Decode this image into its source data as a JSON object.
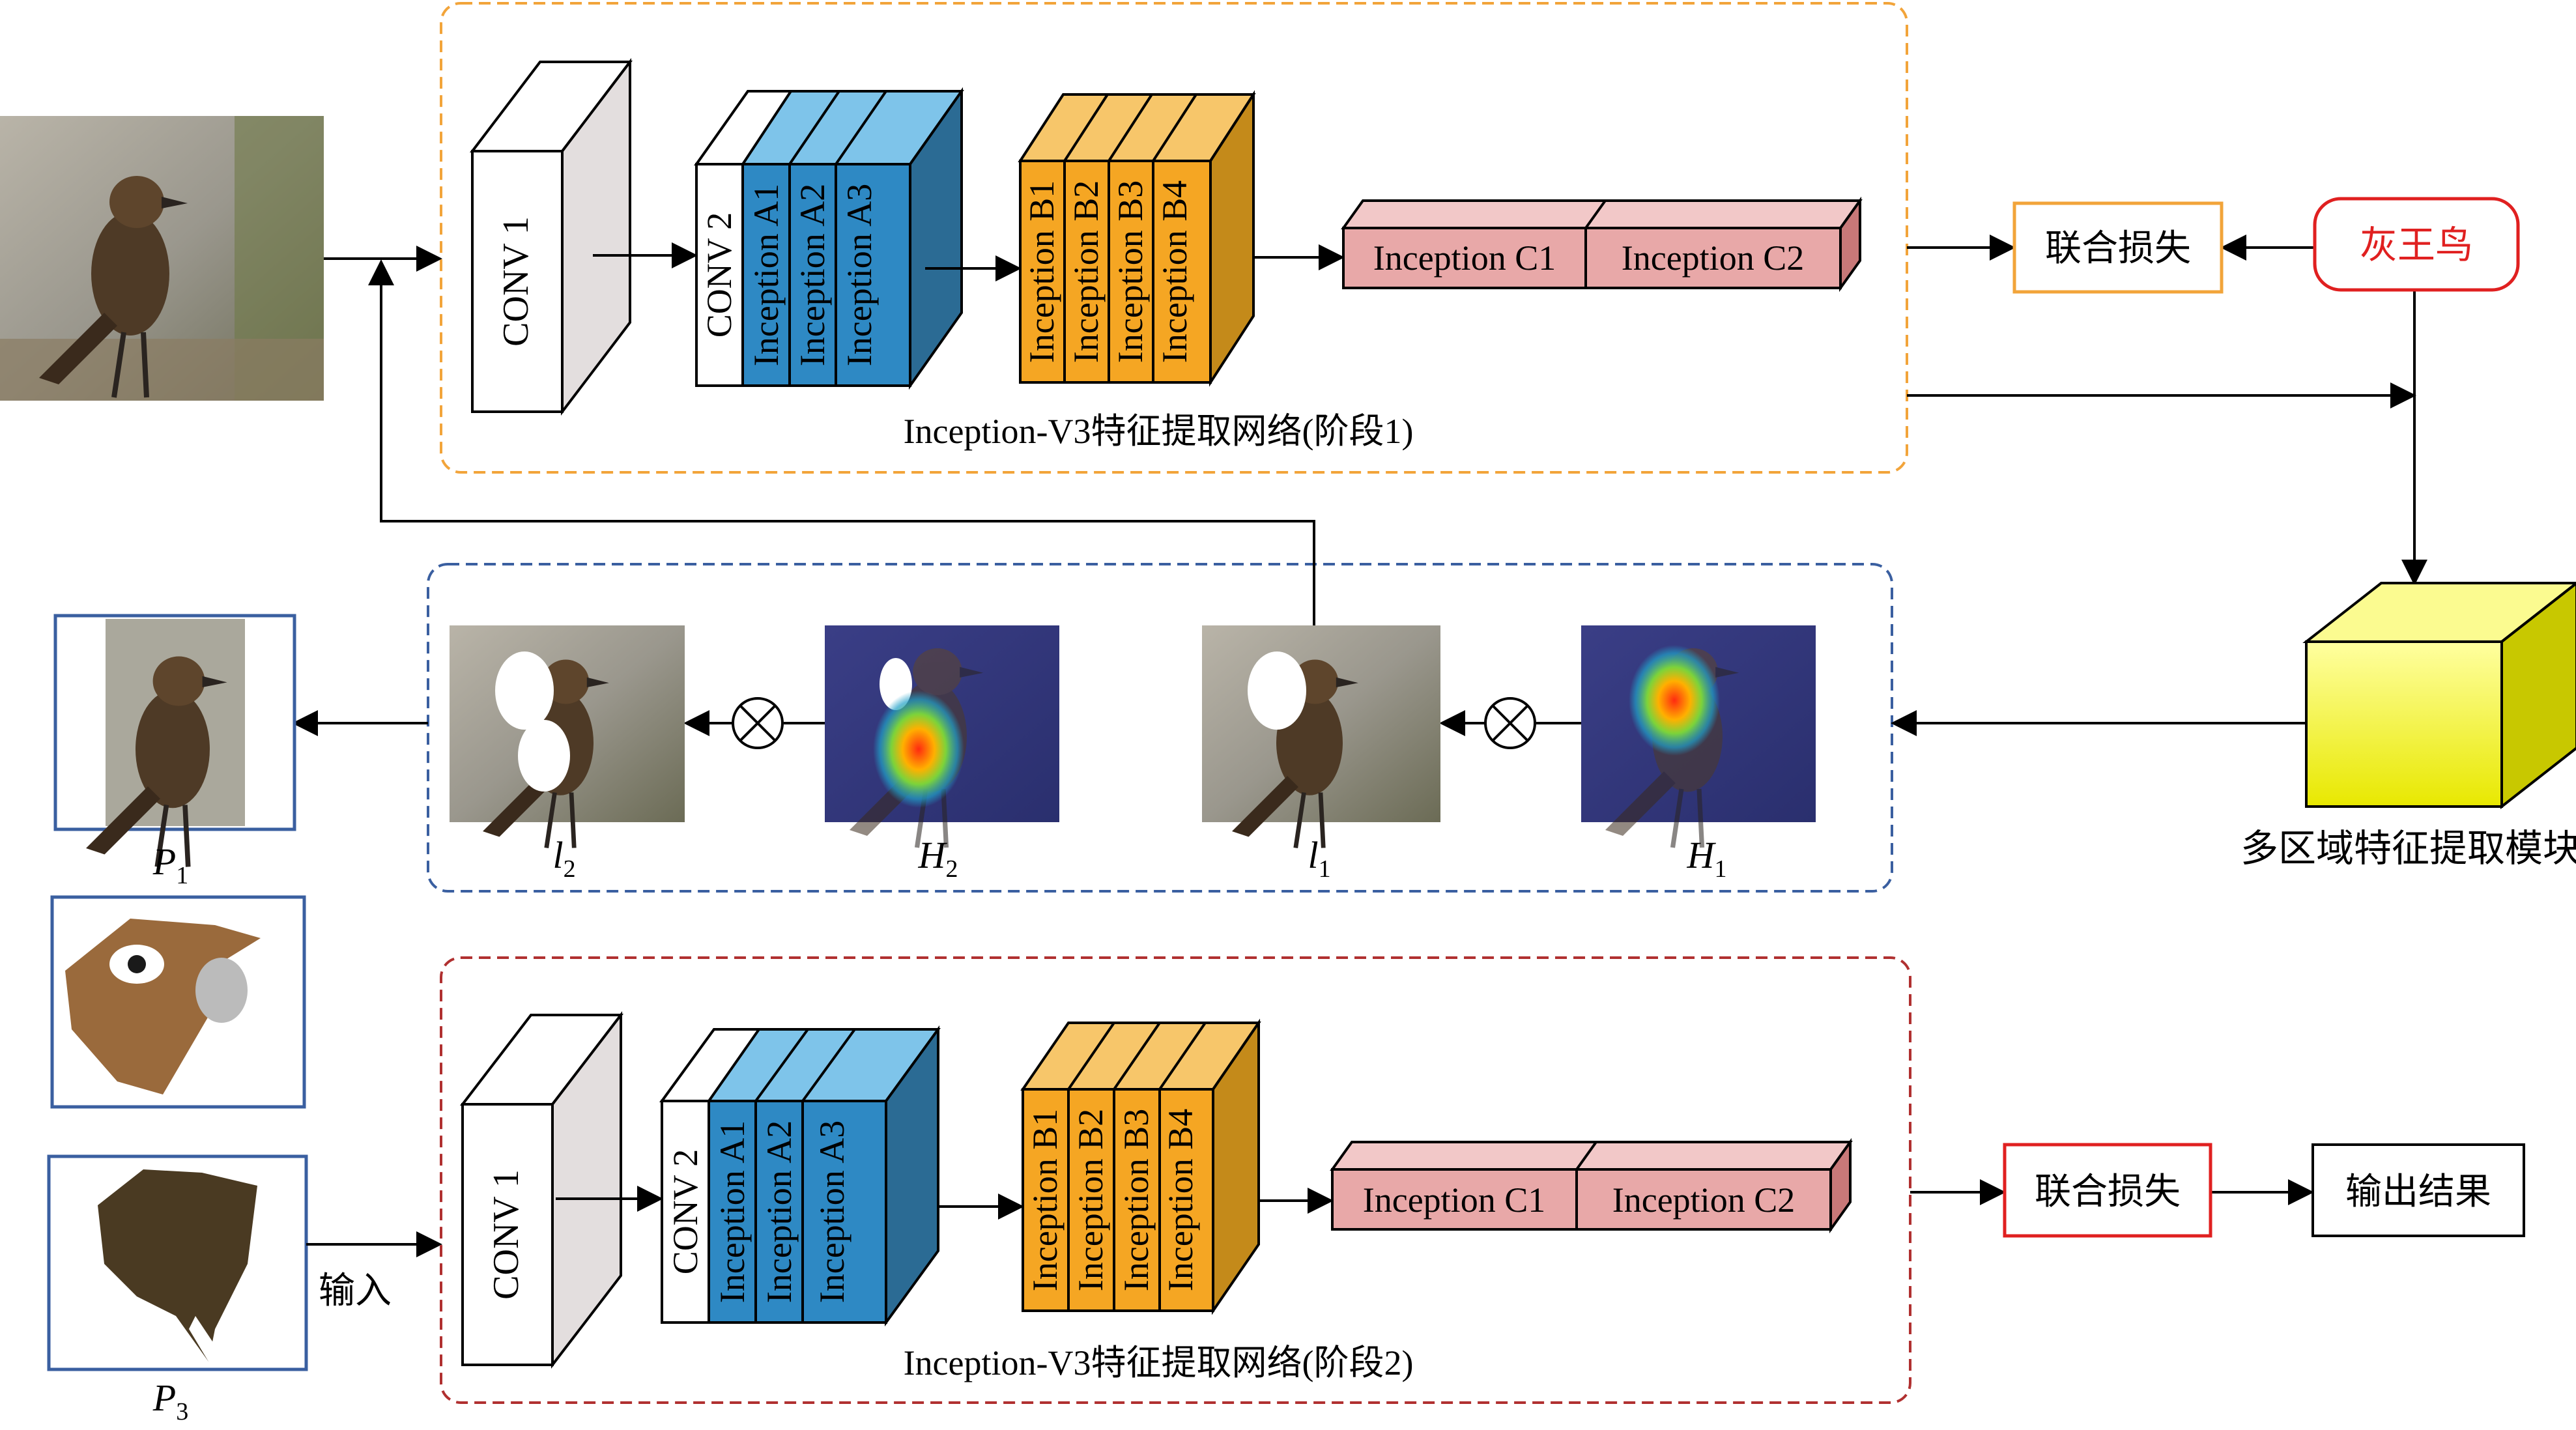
{
  "stage1": {
    "conv1": "CONV 1",
    "blockA": [
      "CONV 2",
      "Inception A1",
      "Inception A2",
      "Inception A3"
    ],
    "blockB": [
      "Inception B1",
      "Inception B2",
      "Inception B3",
      "Inception B4"
    ],
    "blockC": [
      "Inception C1",
      "Inception C2"
    ],
    "caption": "Inception-V3特征提取网络(阶段1)"
  },
  "stage2": {
    "conv1": "CONV 1",
    "blockA": [
      "CONV 2",
      "Inception A1",
      "Inception A2",
      "Inception A3"
    ],
    "blockB": [
      "Inception B1",
      "Inception B2",
      "Inception B3",
      "Inception B4"
    ],
    "blockC": [
      "Inception C1",
      "Inception C2"
    ],
    "caption": "Inception-V3特征提取网络(阶段2)"
  },
  "loss1": "联合损失",
  "label": "灰王鸟",
  "module": "多区域特征提取模块",
  "loss2": "联合损失",
  "output": "输出结果",
  "input_label": "输入",
  "middle": {
    "l2": {
      "base": "l",
      "sub": "2"
    },
    "H2": {
      "base": "H",
      "sub": "2"
    },
    "l1": {
      "base": "l",
      "sub": "1"
    },
    "H1": {
      "base": "H",
      "sub": "1"
    }
  },
  "parts": {
    "P1": {
      "base": "P",
      "sub": "1"
    },
    "P3": {
      "base": "P",
      "sub": "3"
    }
  },
  "colors": {
    "stage1_border": "#f2a43a",
    "middle_border": "#3a5fa0",
    "stage2_border": "#b03030",
    "block_a": "#2e89c4",
    "block_b": "#f5a623",
    "block_c": "#e8a8a8",
    "module_cube": "#f0f020",
    "label_red": "#e02020"
  }
}
